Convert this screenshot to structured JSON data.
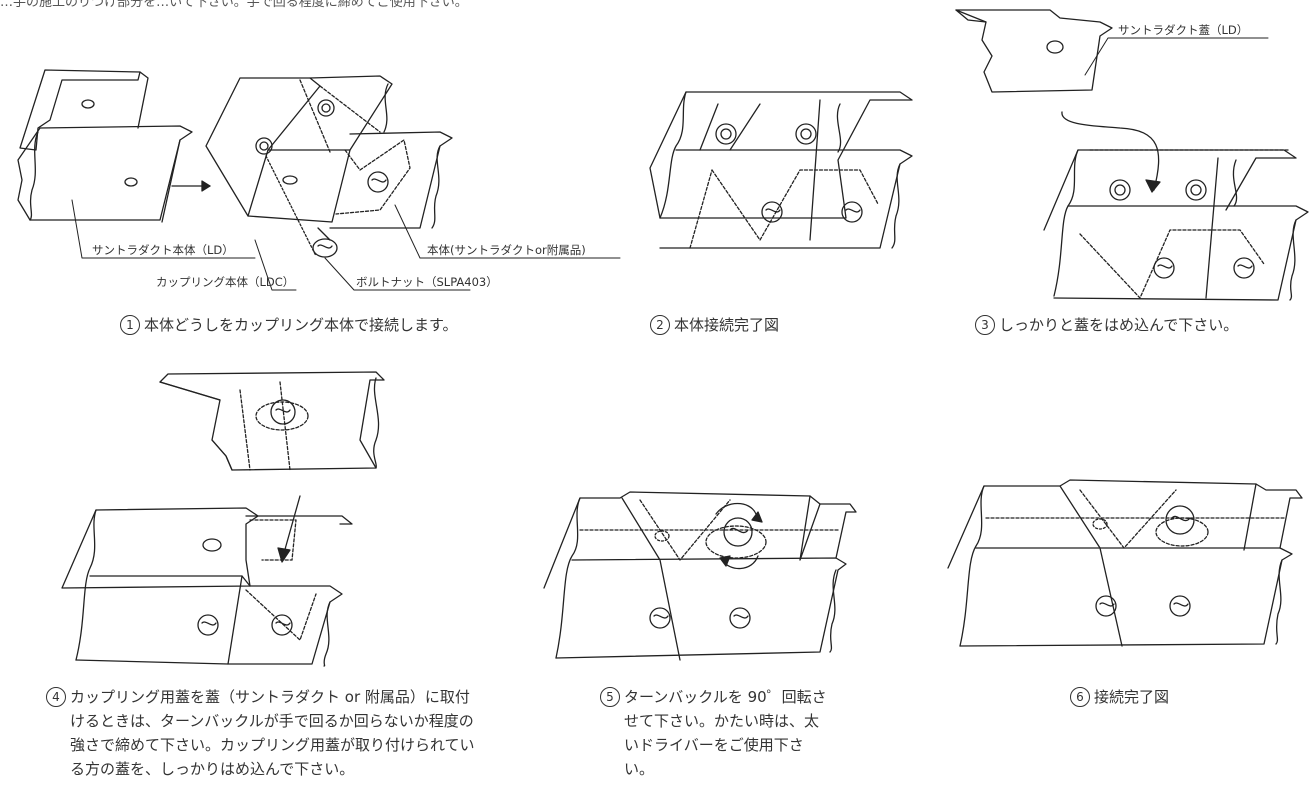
{
  "header_note": "…手の施工のりつけ部分を…いて下さい。手で回る程度に締めてご使用下さい。",
  "labels": {
    "lid_ld": "サントラダクト蓋（LD）",
    "body_ld": "サントラダクト本体（LD）",
    "coupling_body": "カップリング本体（LDC）",
    "body_or_accessory": "本体(サントラダクトor附属品)",
    "bolt_nut": "ボルトナット（SLPA403）"
  },
  "steps": [
    {
      "num": "1",
      "text": "本体どうしをカップリング本体で接続します。"
    },
    {
      "num": "2",
      "text": "本体接続完了図"
    },
    {
      "num": "3",
      "text": "しっかりと蓋をはめ込んで下さい。"
    },
    {
      "num": "4",
      "text": "カップリング用蓋を蓋（サントラダクト or 附属品）に取付けるときは、ターンバックルが手で回るか回らないか程度の強さで締めて下さい。カップリング用蓋が取り付けられている方の蓋を、しっかりはめ込んで下さい。"
    },
    {
      "num": "5",
      "text": "ターンバックルを 90゜回転させて下さい。かたい時は、太いドライバーをご使用下さい。"
    },
    {
      "num": "6",
      "text": "接続完了図"
    }
  ]
}
